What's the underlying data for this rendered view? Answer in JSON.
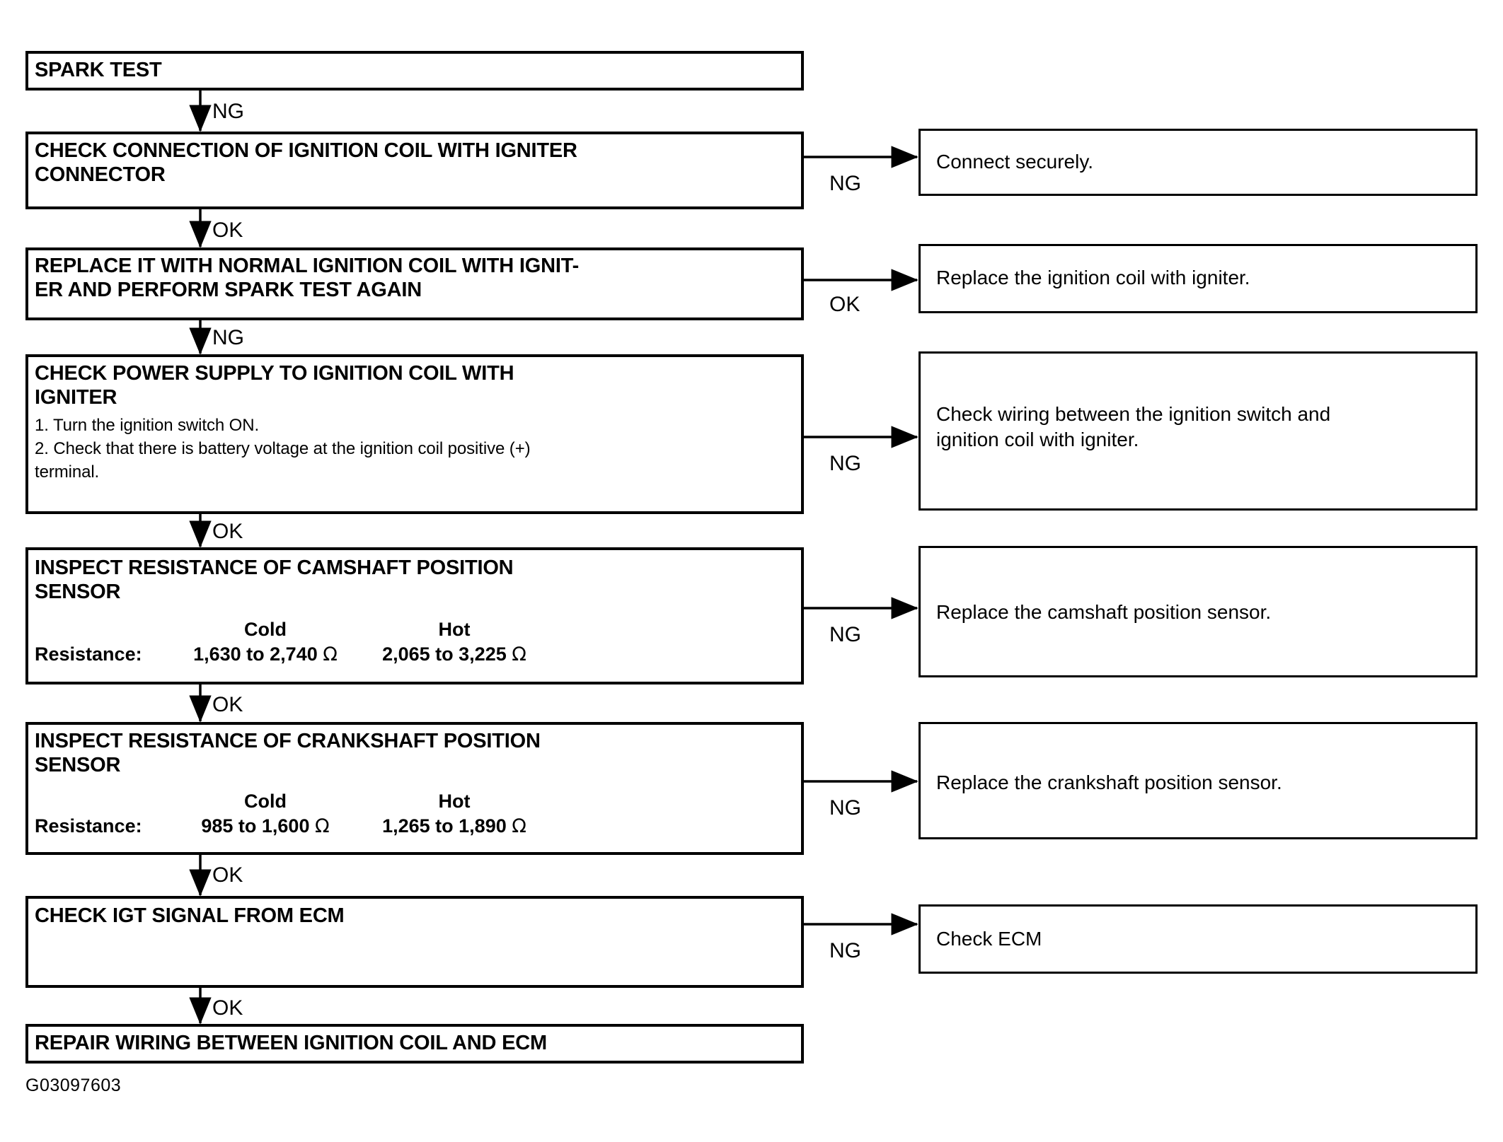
{
  "figure": {
    "code": "G03097603",
    "type": "troubleshooting-flowchart",
    "title": "Spark Test Troubleshooting Flow"
  },
  "steps": [
    {
      "id": "spark-test",
      "title": "SPARK TEST",
      "out_label": "NG"
    },
    {
      "id": "check-connection",
      "title": "CHECK CONNECTION OF IGNITION COIL WITH IGNITER\nCONNECTOR",
      "out_label": "OK",
      "branch_label": "NG",
      "branch_result": "Connect securely."
    },
    {
      "id": "replace-coil",
      "title": "REPLACE IT WITH NORMAL IGNITION COIL WITH IGNIT-\nER   AND PERFORM SPARK TEST AGAIN",
      "out_label": "NG",
      "branch_label": "OK",
      "branch_result": "Replace the ignition coil with igniter."
    },
    {
      "id": "check-power-supply",
      "title": "CHECK POWER SUPPLY TO IGNITION COIL WITH\n IGNITER",
      "detail": "1. Turn the ignition switch ON.\n2. Check that there is battery voltage at the ignition coil positive (+)\n     terminal.",
      "out_label": "OK",
      "branch_label": "NG",
      "branch_result": "Check wiring between the ignition switch and\nignition coil with igniter."
    },
    {
      "id": "inspect-camshaft",
      "title": "INSPECT RESISTANCE OF CAMSHAFT POSITION\nSENSOR",
      "out_label": "OK",
      "branch_label": "NG",
      "branch_result": "Replace the camshaft position sensor.",
      "table": {
        "row_label": "Resistance:",
        "col_cold": "Cold",
        "col_hot": "Hot",
        "val_cold": "1,630 to 2,740",
        "val_hot": "2,065 to 3,225",
        "unit": "Ω"
      }
    },
    {
      "id": "inspect-crankshaft",
      "title": "INSPECT RESISTANCE OF CRANKSHAFT POSITION\nSENSOR",
      "out_label": "OK",
      "branch_label": "NG",
      "branch_result": "Replace the crankshaft position sensor.",
      "table": {
        "row_label": "Resistance:",
        "col_cold": "Cold",
        "col_hot": "Hot",
        "val_cold": "985 to 1,600",
        "val_hot": "1,265 to 1,890",
        "unit": "Ω"
      }
    },
    {
      "id": "check-igt-signal",
      "title": "CHECK IGT SIGNAL FROM ECM",
      "out_label": "OK",
      "branch_label": "NG",
      "branch_result": "Check ECM"
    },
    {
      "id": "repair-wiring",
      "title": "REPAIR WIRING BETWEEN IGNITION COIL AND ECM"
    }
  ],
  "colors": {
    "line": "#000000",
    "background": "#ffffff",
    "text": "#000000"
  }
}
